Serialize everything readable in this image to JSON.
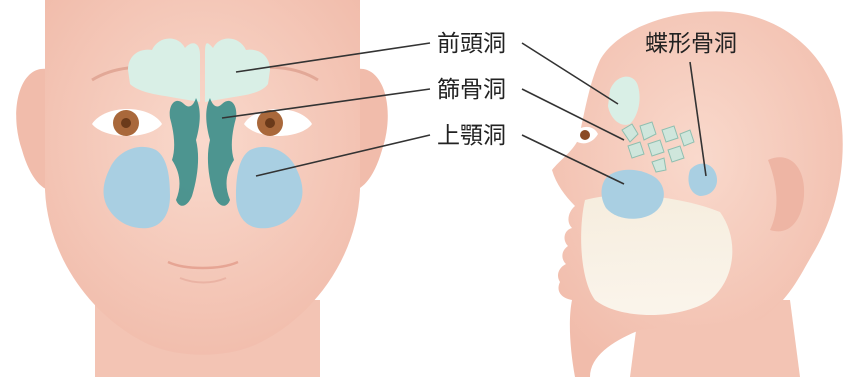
{
  "labels": {
    "frontal": "前頭洞",
    "ethmoid": "篩骨洞",
    "maxillary": "上顎洞",
    "sphenoid": "蝶形骨洞"
  },
  "colors": {
    "skin": "#f7cfc1",
    "skin_shadow": "#eeb5a4",
    "frontal_sinus": "#d9efe6",
    "ethmoid_sinus": "#2f8a86",
    "maxillary_sinus": "#a9cfe2",
    "leader_line": "#333333"
  }
}
